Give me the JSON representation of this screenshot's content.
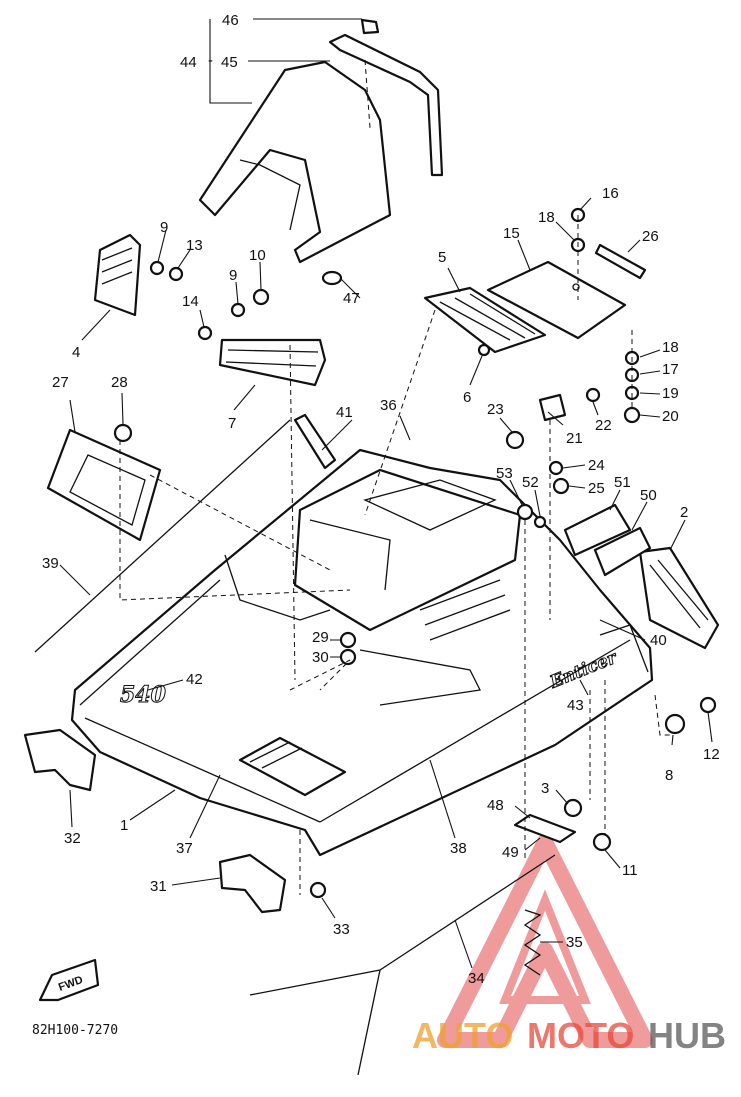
{
  "diagram": {
    "code": "82H100-7270",
    "fwd_label": "FWD",
    "decal_model": "540",
    "decal_name": "Enticer",
    "callouts": [
      "1",
      "2",
      "3",
      "4",
      "5",
      "6",
      "7",
      "8",
      "9",
      "9",
      "10",
      "11",
      "12",
      "13",
      "14",
      "15",
      "16",
      "17",
      "18",
      "18",
      "19",
      "20",
      "21",
      "22",
      "23",
      "24",
      "25",
      "26",
      "27",
      "28",
      "29",
      "30",
      "31",
      "32",
      "33",
      "34",
      "35",
      "36",
      "37",
      "38",
      "39",
      "40",
      "41",
      "42",
      "43",
      "44",
      "45",
      "46",
      "47",
      "48",
      "49",
      "50",
      "51",
      "52",
      "53"
    ]
  },
  "watermark": {
    "part1": "AUTO",
    "part2": "MOTO",
    "part3": "HUB",
    "colors": {
      "triangle": "#e34a4a",
      "auto": "#f0a030",
      "moto": "#e84a3a",
      "hub": "#5a5a5a"
    }
  }
}
